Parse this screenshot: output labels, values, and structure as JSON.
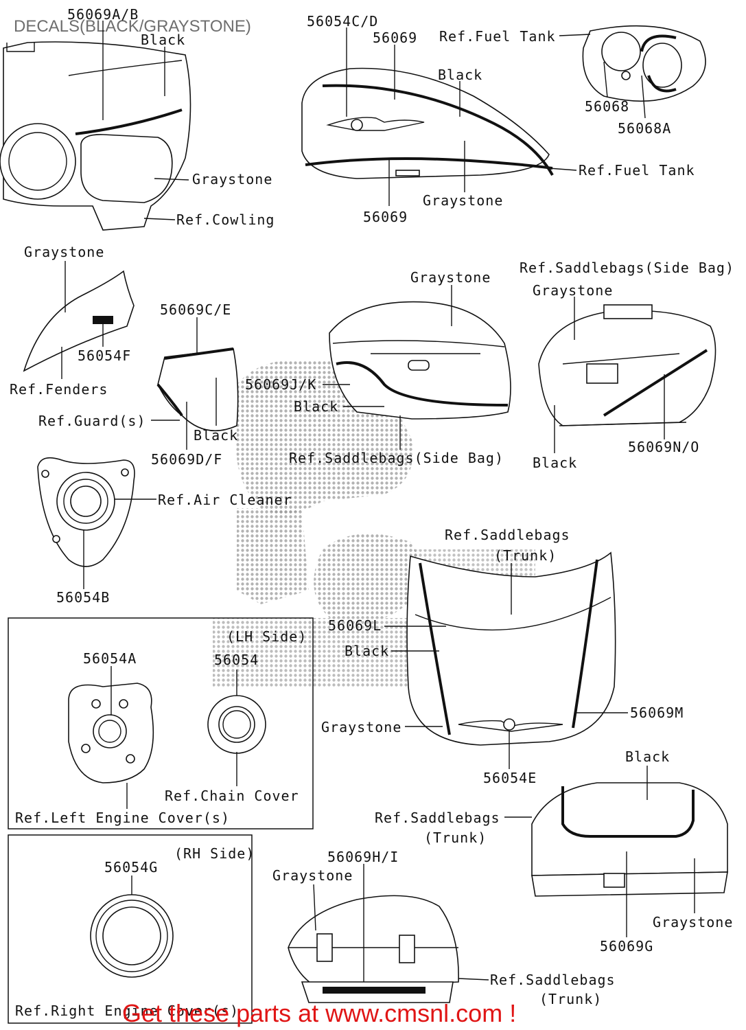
{
  "title": "DECALS(BLACK/GRAYSTONE)",
  "footer": "Get these parts at www.cmsnl.com !",
  "labels": {
    "p56069ab": "56069A/B",
    "black_cowl": "Black",
    "graystone_cowl": "Graystone",
    "ref_cowling": "Ref.Cowling",
    "p56054cd": "56054C/D",
    "p56069_top": "56069",
    "ref_fuel_tank_top": "Ref.Fuel Tank",
    "black_tank": "Black",
    "graystone_tank": "Graystone",
    "ref_fuel_tank_right": "Ref.Fuel Tank",
    "p56069_bottom": "56069",
    "p56068": "56068",
    "p56068a": "56068A",
    "graystone_fender": "Graystone",
    "p56054f": "56054F",
    "ref_fenders": "Ref.Fenders",
    "p56069ce": "56069C/E",
    "ref_guards": "Ref.Guard(s)",
    "black_guard": "Black",
    "p56069df": "56069D/F",
    "graystone_sidebag_l": "Graystone",
    "p56069jk": "56069J/K",
    "black_sidebag_l": "Black",
    "ref_saddlebags_side_l": "Ref.Saddlebags(Side Bag)",
    "ref_saddlebags_side_r": "Ref.Saddlebags(Side Bag)",
    "graystone_sidebag_r": "Graystone",
    "black_sidebag_r": "Black",
    "p56069no": "56069N/O",
    "ref_air_cleaner": "Ref.Air Cleaner",
    "p56054b": "56054B",
    "ref_saddlebags_trunk_mid": "Ref.Saddlebags",
    "trunk_mid": "(Trunk)",
    "p56069l": "56069L",
    "black_trunk_mid": "Black",
    "graystone_trunk_mid": "Graystone",
    "p56069m": "56069M",
    "p56054e": "56054E",
    "lh_side": "(LH Side)",
    "p56054a": "56054A",
    "p56054": "56054",
    "ref_chain_cover": "Ref.Chain Cover",
    "ref_left_engine_cover": "Ref.Left Engine Cover(s)",
    "rh_side": "(RH Side)",
    "p56054g": "56054G",
    "ref_right_engine_cover": "Ref.Right Engine Cover(s)",
    "black_trunk_r": "Black",
    "ref_saddlebags_trunk_r": "Ref.Saddlebags",
    "trunk_r": "(Trunk)",
    "graystone_trunk_r": "Graystone",
    "p56069g": "56069G",
    "p56069hi": "56069H/I",
    "graystone_trunk_b": "Graystone",
    "ref_saddlebags_trunk_b": "Ref.Saddlebags",
    "trunk_b": "(Trunk)"
  },
  "watermark_text": "CMS",
  "footer_color": "#e01515"
}
